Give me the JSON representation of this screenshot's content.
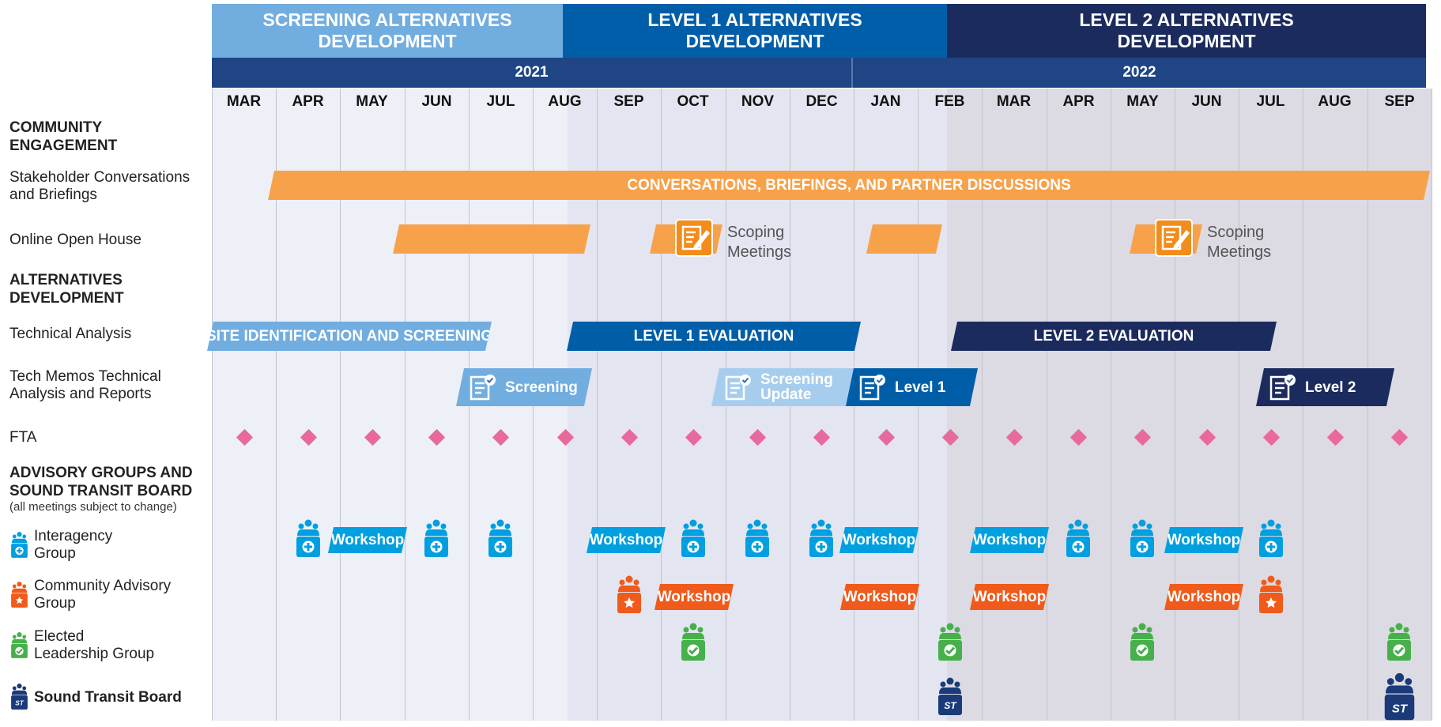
{
  "phases": [
    {
      "label": "SCREENING ALTERNATIVES\nDEVELOPMENT",
      "color": "#72ade0"
    },
    {
      "label": "LEVEL 1 ALTERNATIVES\nDEVELOPMENT",
      "color": "#005ea8"
    },
    {
      "label": "LEVEL 2 ALTERNATIVES\nDEVELOPMENT",
      "color": "#1b2b5e"
    }
  ],
  "years": [
    "2021",
    "2022"
  ],
  "months": [
    "MAR",
    "APR",
    "MAY",
    "JUN",
    "JUL",
    "AUG",
    "SEP",
    "OCT",
    "NOV",
    "DEC",
    "JAN",
    "FEB",
    "MAR",
    "APR",
    "MAY",
    "JUN",
    "JUL",
    "AUG",
    "SEP"
  ],
  "rows": {
    "community_engagement": "COMMUNITY\nENGAGEMENT",
    "stakeholder": "Stakeholder Conversations\nand Briefings",
    "open_house": "Online Open House",
    "alternatives_development": "ALTERNATIVES\nDEVELOPMENT",
    "technical_analysis": "Technical Analysis",
    "tech_memos": "Tech Memos Technical\nAnalysis and Reports",
    "fta": "FTA",
    "advisory_title": "ADVISORY GROUPS AND\nSOUND TRANSIT BOARD",
    "advisory_note": "(all meetings subject to change)"
  },
  "legend": {
    "interagency": "Interagency\nGroup",
    "community_advisory": "Community Advisory\nGroup",
    "elected": "Elected\nLeadership Group",
    "board": "Sound Transit Board"
  },
  "bars": {
    "conversations": "CONVERSATIONS, BRIEFINGS, AND PARTNER DISCUSSIONS",
    "site_id": "SITE IDENTIFICATION AND SCREENING",
    "level1_eval": "LEVEL 1 EVALUATION",
    "level2_eval": "LEVEL 2 EVALUATION"
  },
  "memos": {
    "screening": "Screening",
    "screening_update": "Screening\nUpdate",
    "level1": "Level 1",
    "level2": "Level 2"
  },
  "scoping": {
    "first": "Scoping\nMeetings",
    "second": "Scoping\nMeetings"
  },
  "workshop_label": "Workshop",
  "colors": {
    "orange": "#f7a24a",
    "interagency": "#009fdf",
    "community": "#f05a1a",
    "elected": "#46b04a",
    "board": "#1a3a7a",
    "fta": "#e8699b"
  }
}
